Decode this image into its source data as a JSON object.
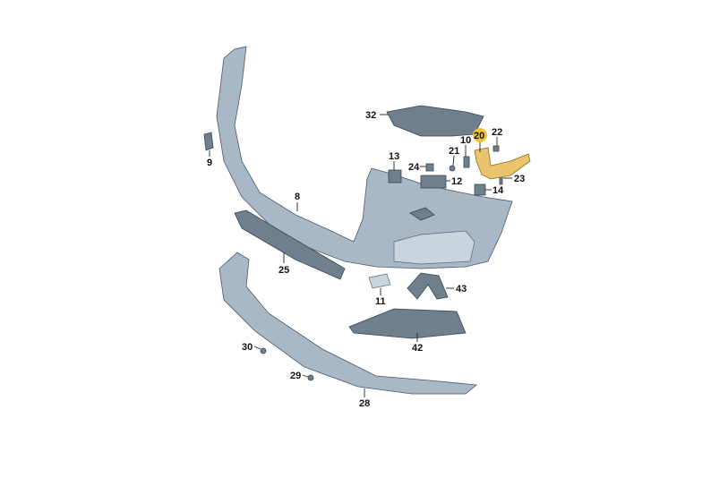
{
  "diagram": {
    "highlight_color": "#f2c230",
    "parts": [
      {
        "id": "32",
        "label": "32"
      },
      {
        "id": "20",
        "label": "20",
        "highlighted": true
      },
      {
        "id": "22",
        "label": "22"
      },
      {
        "id": "10",
        "label": "10"
      },
      {
        "id": "21",
        "label": "21"
      },
      {
        "id": "13",
        "label": "13"
      },
      {
        "id": "24",
        "label": "24"
      },
      {
        "id": "12",
        "label": "12"
      },
      {
        "id": "23",
        "label": "23"
      },
      {
        "id": "14",
        "label": "14"
      },
      {
        "id": "9",
        "label": "9"
      },
      {
        "id": "8",
        "label": "8"
      },
      {
        "id": "25",
        "label": "25"
      },
      {
        "id": "11",
        "label": "11"
      },
      {
        "id": "43",
        "label": "43"
      },
      {
        "id": "42",
        "label": "42"
      },
      {
        "id": "30",
        "label": "30"
      },
      {
        "id": "29",
        "label": "29"
      },
      {
        "id": "28",
        "label": "28"
      }
    ]
  }
}
